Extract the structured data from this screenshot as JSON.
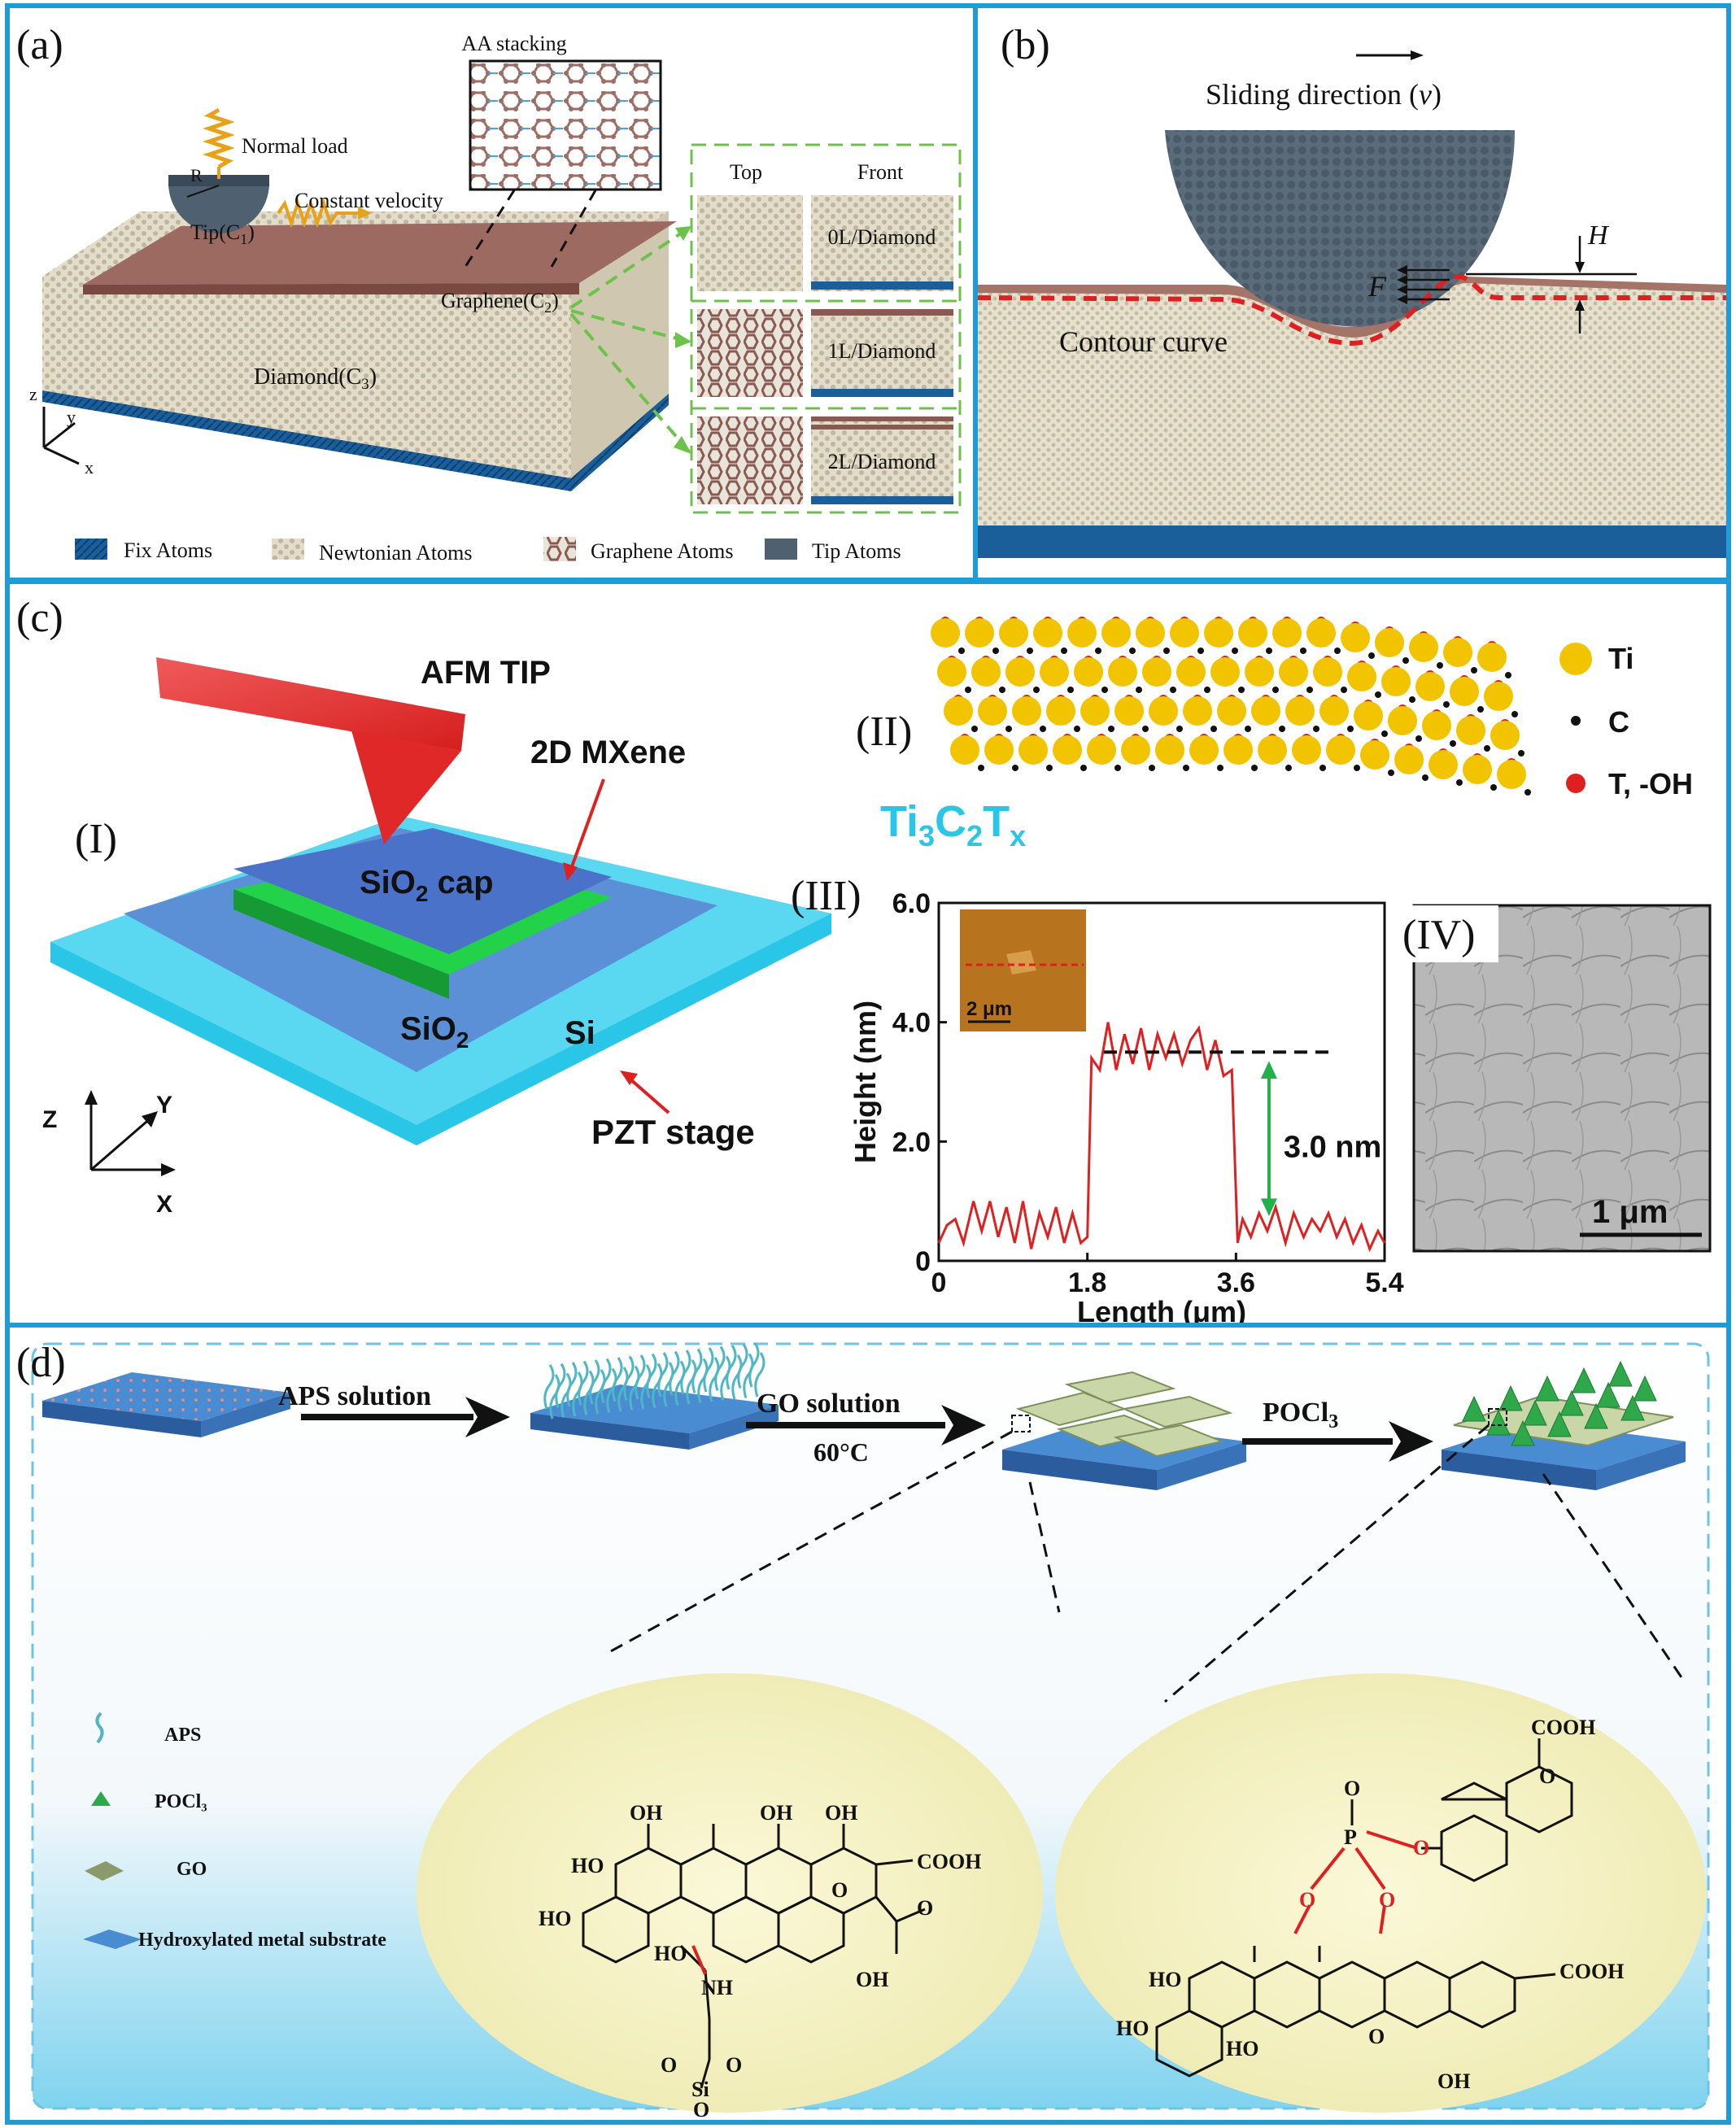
{
  "colors": {
    "frame": "#1f9bd6",
    "graphene": "#8a5a52",
    "diamond": "#d9d2bd",
    "fix": "#1a5e9a",
    "tip": "#4f6170",
    "red": "#e02020",
    "cyan": "#29c6e8",
    "mxene_green": "#22d34a",
    "ti_yellow": "#f2c400",
    "dash_green": "#6cc24a"
  },
  "panel_a": {
    "label": "(a)",
    "aa_title": "AA stacking",
    "normal_load": "Normal load",
    "r": "R",
    "tip": "Tip(C",
    "tip_sub": "1",
    "tip_close": ")",
    "constant_velocity": "Constant velocity",
    "graphene": "Graphene(C",
    "graphene_sub": "2",
    "graphene_close": ")",
    "diamond": "Diamond(C",
    "diamond_sub": "3",
    "diamond_close": ")",
    "col_top": "Top",
    "col_front": "Front",
    "rows": [
      "0L/Diamond",
      "1L/Diamond",
      "2L/Diamond"
    ],
    "axis_z": "z",
    "axis_y": "y",
    "axis_x": "x",
    "legend": [
      "Fix Atoms",
      "Newtonian Atoms",
      "Graphene Atoms",
      "Tip Atoms"
    ]
  },
  "panel_b": {
    "label": "(b)",
    "sliding": "Sliding direction (",
    "sliding_v": "v",
    "sliding_close": ")",
    "h": "H",
    "f": "F",
    "contour": "Contour curve"
  },
  "panel_c": {
    "label": "(c)",
    "afm_tip": "AFM TIP",
    "mxene": "2D MXene",
    "roman_1": "(I)",
    "sio2_cap": "SiO",
    "sio2_cap_sub": "2",
    "sio2_cap_tail": " cap",
    "sio2": "SiO",
    "sio2_sub": "2",
    "si": "Si",
    "pzt": "PZT stage",
    "axis_z": "Z",
    "axis_y": "Y",
    "axis_x": "X",
    "roman_2": "(II)",
    "formula_ti": "Ti",
    "formula_3": "3",
    "formula_c": "C",
    "formula_2": "2",
    "formula_t": "T",
    "formula_x": "x",
    "legend_ti": "Ti",
    "legend_c": "C",
    "legend_t": "T, -OH",
    "roman_3": "(III)",
    "roman_4": "(IV)",
    "inset_scale": "2 μm",
    "step_label": "3.0 nm",
    "tem_scale": "1 μm"
  },
  "chart_data": {
    "type": "line",
    "xlabel": "Length (μm)",
    "ylabel": "Height (nm)",
    "xlim": [
      0,
      5.4
    ],
    "ylim": [
      0,
      6.0
    ],
    "xticks": [
      "0",
      "1.8",
      "3.6",
      "5.4"
    ],
    "yticks": [
      "0",
      "2.0",
      "4.0",
      "6.0"
    ],
    "annotation": "3.0 nm",
    "step_level": 3.5,
    "series": [
      {
        "x": [
          0,
          0.1,
          0.2,
          0.3,
          0.42,
          0.52,
          0.62,
          0.72,
          0.82,
          0.92,
          1.02,
          1.12,
          1.22,
          1.32,
          1.42,
          1.52,
          1.62,
          1.72,
          1.8,
          1.85,
          1.95,
          2.05,
          2.15,
          2.25,
          2.35,
          2.45,
          2.55,
          2.65,
          2.75,
          2.85,
          2.95,
          3.05,
          3.15,
          3.25,
          3.35,
          3.45,
          3.55,
          3.62,
          3.68,
          3.78,
          3.88,
          3.98,
          4.08,
          4.2,
          4.3,
          4.42,
          4.52,
          4.62,
          4.72,
          4.82,
          4.92,
          5.02,
          5.12,
          5.22,
          5.32,
          5.4
        ],
        "y": [
          0.3,
          0.6,
          0.7,
          0.3,
          1.0,
          0.5,
          1.0,
          0.4,
          0.9,
          0.3,
          1.0,
          0.2,
          0.8,
          0.4,
          0.9,
          0.3,
          0.8,
          0.3,
          0.4,
          3.4,
          3.2,
          4.0,
          3.2,
          3.8,
          3.3,
          3.9,
          3.2,
          3.8,
          3.4,
          3.8,
          3.3,
          3.7,
          3.9,
          3.2,
          3.7,
          3.1,
          3.2,
          0.3,
          0.7,
          0.4,
          0.8,
          0.5,
          0.9,
          0.3,
          0.8,
          0.4,
          0.7,
          0.5,
          0.8,
          0.4,
          0.7,
          0.3,
          0.6,
          0.2,
          0.5,
          0.3
        ]
      }
    ]
  },
  "panel_d": {
    "label": "(d)",
    "step1": "APS solution",
    "step2": "GO solution",
    "step2_temp": "60°C",
    "step3": "POCl",
    "step3_sub": "3",
    "legend": [
      "APS",
      "POCl₃",
      "GO",
      "Hydroxylated metal substrate"
    ],
    "chem_left": [
      "OH",
      "OH",
      "OH",
      "HO",
      "COOH",
      "HO",
      "HO",
      "NH",
      "OH",
      "O",
      "O",
      "O",
      "O",
      "Si",
      "O"
    ],
    "chem_right": [
      "COOH",
      "O",
      "P",
      "O",
      "O",
      "O",
      "HO",
      "HO",
      "HO",
      "COOH",
      "OH",
      "O",
      "O"
    ]
  }
}
